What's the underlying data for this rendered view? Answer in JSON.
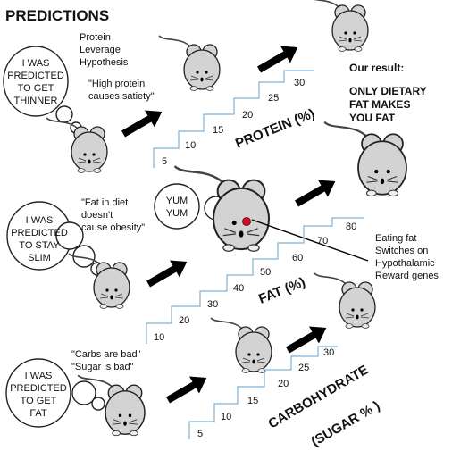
{
  "heading": "PREDICTIONS",
  "hypothesis": {
    "lines": [
      "Protein",
      "Leverage",
      "Hypothesis"
    ],
    "quote": [
      "\"High protein",
      "causes satiety\""
    ]
  },
  "bubble_thinner": [
    "I WAS",
    "PREDICTED",
    "TO GET",
    "THINNER"
  ],
  "bubble_slim": [
    "I WAS",
    "PREDICTED",
    "TO STAY",
    "SLIM"
  ],
  "bubble_fat": [
    "I WAS",
    "PREDICTED",
    "TO GET",
    "FAT"
  ],
  "bubble_yum": [
    "YUM",
    "YUM"
  ],
  "fat_quote": [
    "\"Fat in diet",
    "doesn't",
    "cause obesity\""
  ],
  "carb_quote": [
    "\"Carbs are bad\"",
    "\"Sugar is bad\""
  ],
  "result": {
    "label": "Our result:",
    "lines": [
      "ONLY DIETARY",
      "FAT MAKES",
      "YOU FAT"
    ]
  },
  "reward_note": [
    "Eating fat",
    "Switches on",
    "Hypothalamic",
    "Reward genes"
  ],
  "protein_axis": {
    "title": "PROTEIN (%)",
    "ticks": [
      "5",
      "10",
      "15",
      "20",
      "25",
      "30"
    ]
  },
  "fat_axis": {
    "title": "FAT (%)",
    "ticks": [
      "10",
      "20",
      "30",
      "40",
      "50",
      "60",
      "70",
      "80"
    ]
  },
  "carb_axis": {
    "title": "CARBOHYDRATE",
    "subtitle": "(SUGAR % )",
    "ticks": [
      "5",
      "10",
      "15",
      "20",
      "25",
      "30"
    ]
  },
  "colors": {
    "mouse_fill": "#d3d3d3",
    "stair": "#7fb2d6",
    "red_spot": "#d0102a",
    "arrow": "#000000"
  }
}
